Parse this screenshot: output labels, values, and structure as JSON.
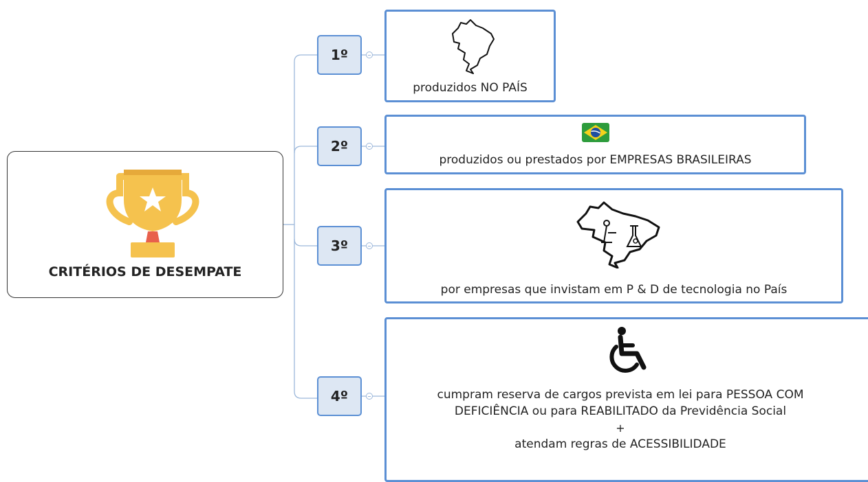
{
  "root": {
    "title": "CRITÉRIOS DE DESEMPATE",
    "icon": "trophy-icon",
    "colors": {
      "cup": "#f5c24e",
      "cup_dark": "#e6a93a",
      "ribbon": "#e8604c",
      "star": "#ffffff"
    }
  },
  "criteria": [
    {
      "rank": "1º",
      "icon": "brazil-map-icon",
      "text": [
        "produzidos NO PAÍS"
      ]
    },
    {
      "rank": "2º",
      "icon": "brazil-flag-icon",
      "text": [
        "produzidos ou prestados por EMPRESAS BRASILEIRAS"
      ]
    },
    {
      "rank": "3º",
      "icon": "brazil-research-map-icon",
      "text": [
        "por empresas que invistam em P & D de tecnologia no País"
      ]
    },
    {
      "rank": "4º",
      "icon": "wheelchair-icon",
      "text": [
        "cumpram reserva de cargos prevista em lei para PESSOA COM",
        "DEFICIÊNCIA ou para REABILITADO da Previdência Social",
        "+",
        "atendam regras de ACESSIBILIDADE"
      ]
    }
  ],
  "colors": {
    "connector": "#9cb7da",
    "card_border": "#5b8fd4",
    "rank_fill": "#dde7f3"
  }
}
